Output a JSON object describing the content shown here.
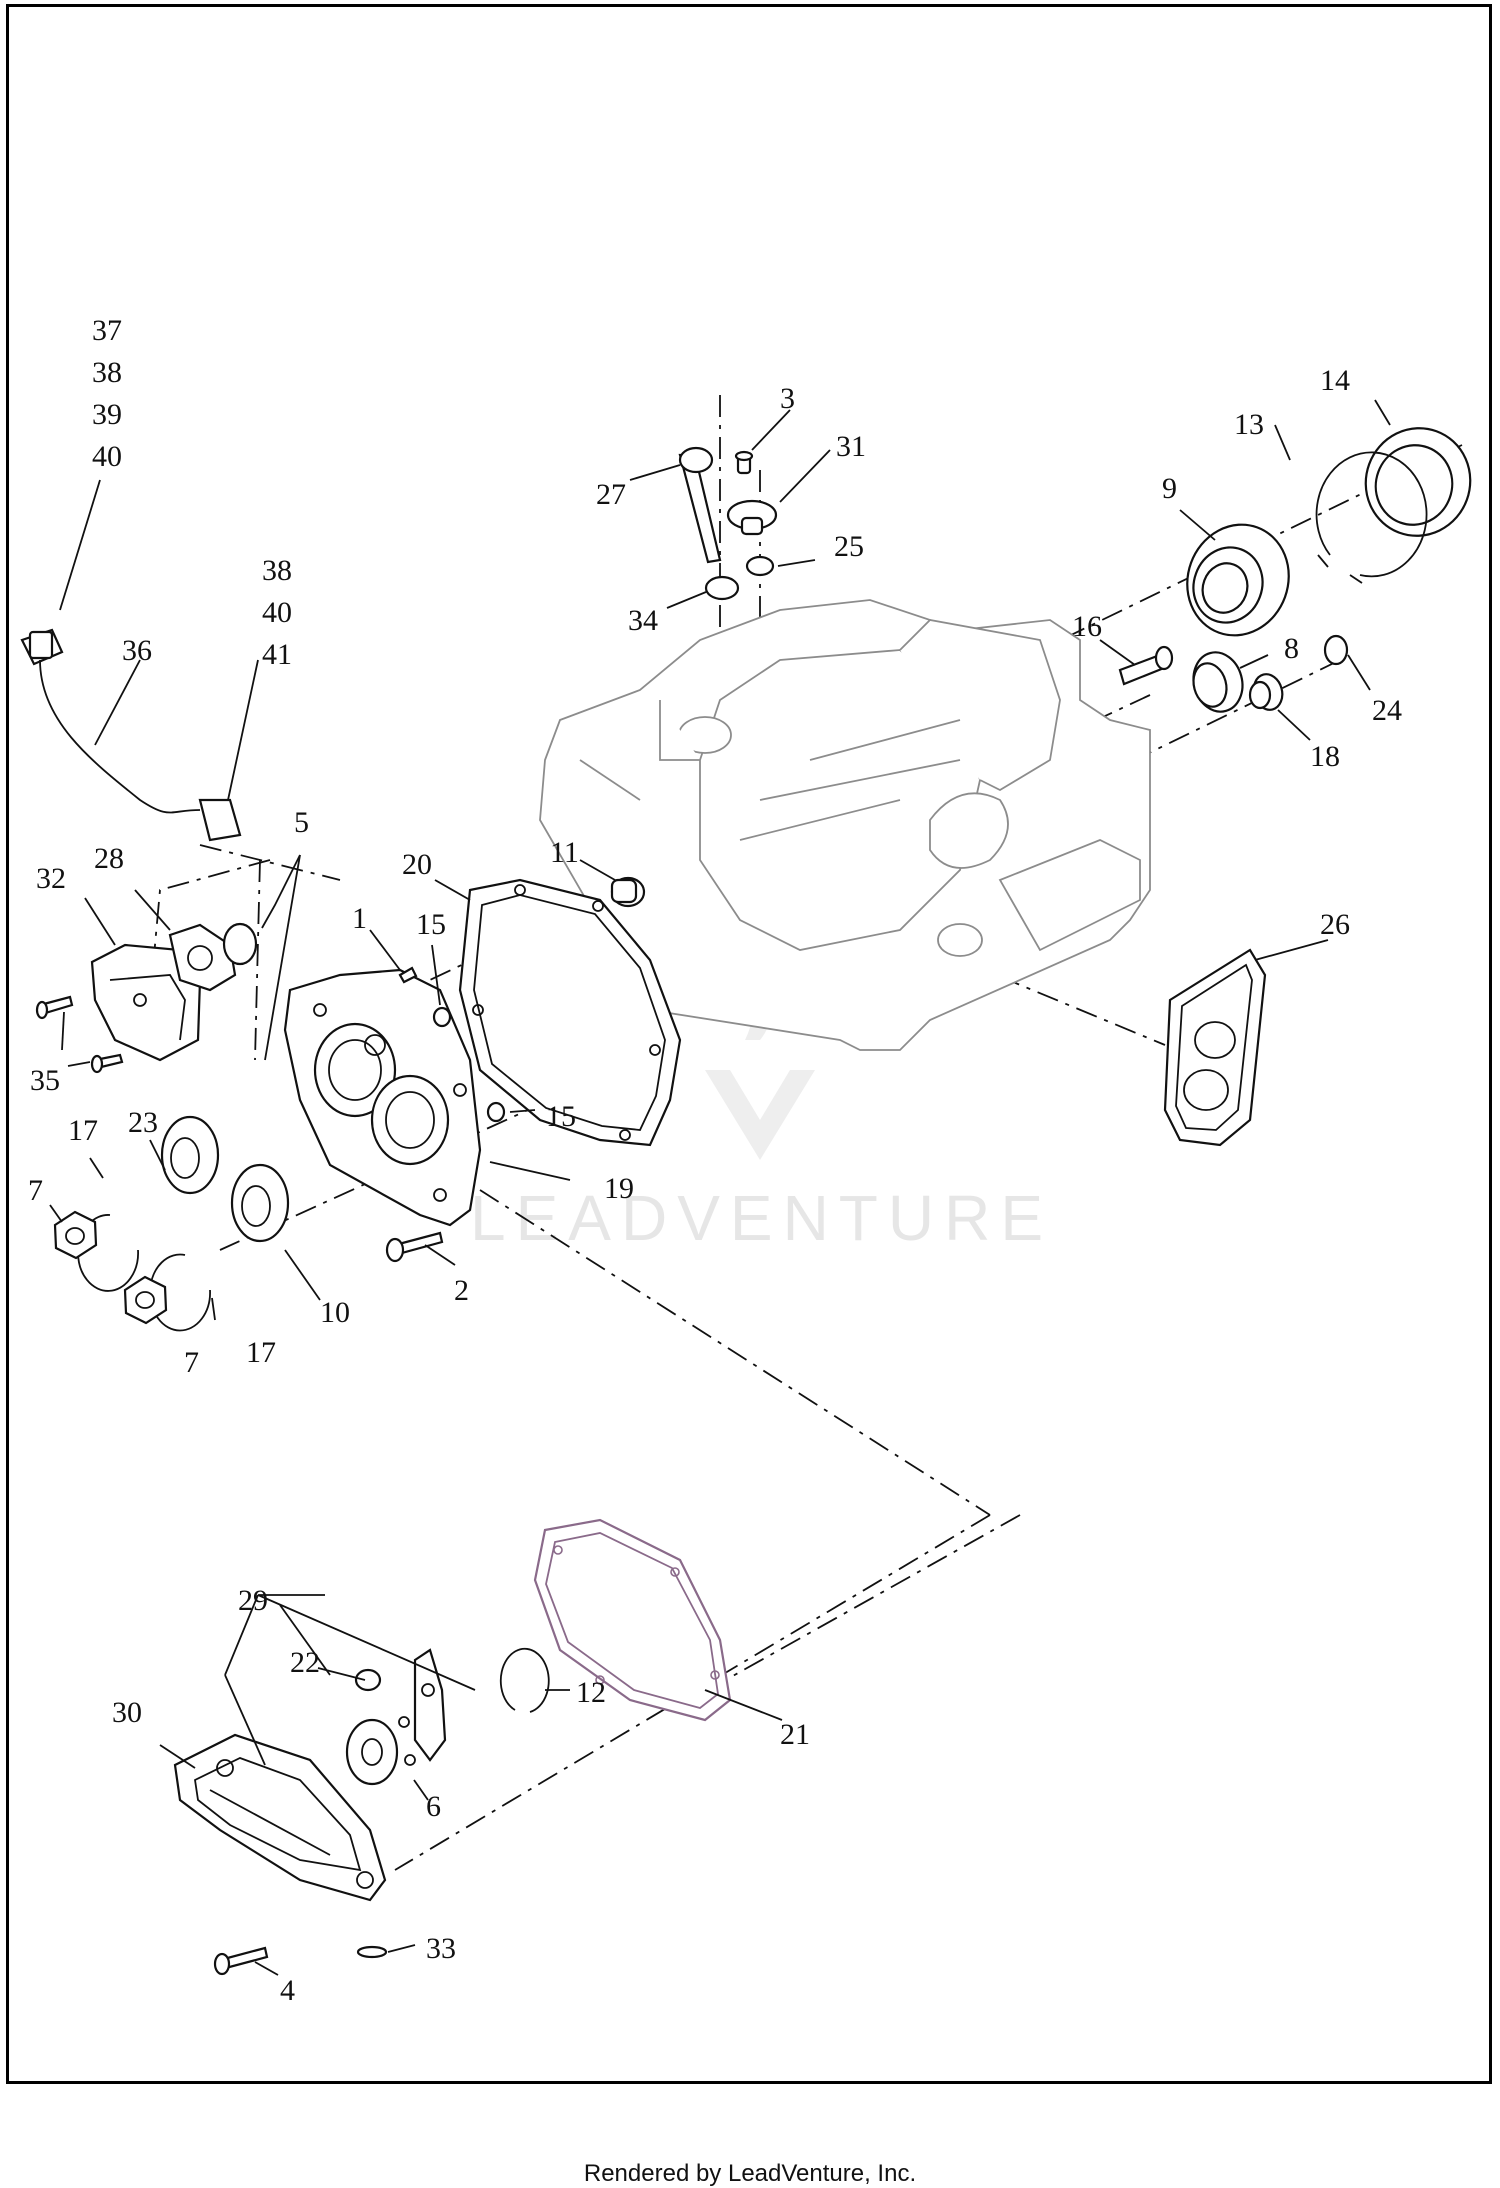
{
  "watermark": {
    "text": "LEADVENTURE"
  },
  "footer": {
    "text": "Rendered by LeadVenture, Inc."
  },
  "callouts": {
    "c37": "37",
    "c38a": "38",
    "c39": "39",
    "c40a": "40",
    "c38b": "38",
    "c40b": "40",
    "c41": "41",
    "c36": "36",
    "c5": "5",
    "c32": "32",
    "c28": "28",
    "c1": "1",
    "c15a": "15",
    "c15b": "15",
    "c20": "20",
    "c11": "11",
    "c35": "35",
    "c23": "23",
    "c17a": "17",
    "c17b": "17",
    "c7a": "7",
    "c7b": "7",
    "c10": "10",
    "c2": "2",
    "c19": "19",
    "c3": "3",
    "c27": "27",
    "c31": "31",
    "c25": "25",
    "c34": "34",
    "c13": "13",
    "c14": "14",
    "c9": "9",
    "c16": "16",
    "c8": "8",
    "c24": "24",
    "c18": "18",
    "c26": "26",
    "c29": "29",
    "c22": "22",
    "c12": "12",
    "c21": "21",
    "c30": "30",
    "c6": "6",
    "c4": "4",
    "c33": "33"
  }
}
